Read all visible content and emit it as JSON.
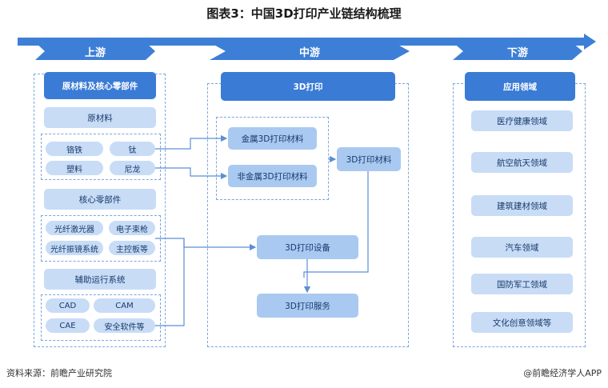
{
  "title": "图表3：中国3D打印产业链结构梳理",
  "stages": {
    "upstream": "上游",
    "midstream": "中游",
    "downstream": "下游"
  },
  "upstream": {
    "header": "原材料及核心零部件",
    "raw_materials": {
      "label": "原材料",
      "items": [
        "铬铁",
        "钛",
        "塑料",
        "尼龙"
      ]
    },
    "core_parts": {
      "label": "核心零部件",
      "items": [
        "光纤激光器",
        "电子束枪",
        "光纤振镜系统",
        "主控板等"
      ]
    },
    "aux_systems": {
      "label": "辅助运行系统",
      "items": [
        "CAD",
        "CAM",
        "CAE",
        "安全软件等"
      ]
    }
  },
  "midstream": {
    "header": "3D打印",
    "metal_material": "金属3D打印材料",
    "nonmetal_material": "非金属3D打印材料",
    "material": "3D打印材料",
    "equipment": "3D打印设备",
    "service": "3D打印服务"
  },
  "downstream": {
    "header": "应用领域",
    "items": [
      "医疗健康领域",
      "航空航天领域",
      "建筑建材领域",
      "汽车领域",
      "国防军工领域",
      "文化创意领域等"
    ]
  },
  "footer": {
    "source": "资料来源：前瞻产业研究院",
    "brand": "@前瞻经济学人APP"
  },
  "colors": {
    "dark_blue": "#3a7bd5",
    "mid_blue": "#a9c9f1",
    "light_blue": "#c8dcf6",
    "arrow": "#3d7fd6"
  }
}
